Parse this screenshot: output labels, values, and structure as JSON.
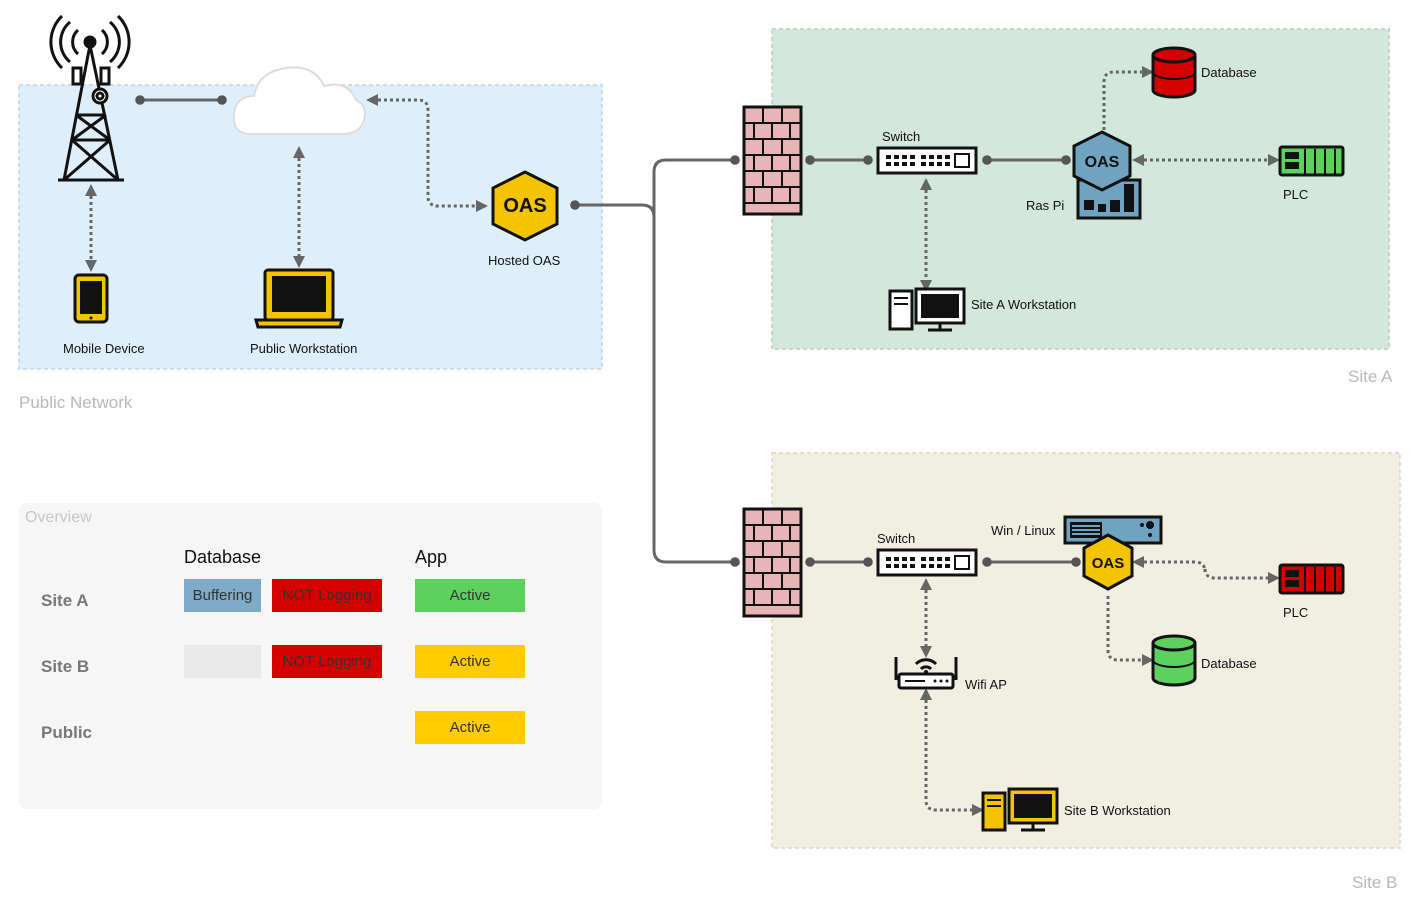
{
  "regions": {
    "public_network": "Public Network",
    "site_a": "Site A",
    "site_b": "Site B"
  },
  "nodes": {
    "mobile_device": "Mobile Device",
    "public_workstation": "Public Workstation",
    "hosted_oas": "Hosted OAS",
    "site_a_switch": "Switch",
    "site_a_database": "Database",
    "site_a_raspi": "Ras Pi",
    "site_a_plc": "PLC",
    "site_a_workstation": "Site A Workstation",
    "site_b_switch": "Switch",
    "site_b_server": "Win / Linux",
    "site_b_plc": "PLC",
    "site_b_database": "Database",
    "site_b_wifi": "Wifi AP",
    "site_b_workstation": "Site B Workstation"
  },
  "oas_logo_text": "OAS",
  "overview": {
    "title": "Overview",
    "col_database": "Database",
    "col_app": "App",
    "rows": [
      {
        "label": "Site A",
        "db1": "Buffering",
        "db2": "NOT Logging",
        "app": "Active"
      },
      {
        "label": "Site B",
        "db1": "",
        "db2": "NOT Logging",
        "app": "Active"
      },
      {
        "label": "Public",
        "app": "Active"
      }
    ]
  },
  "colors": {
    "public_zone": "#deeffb",
    "site_a_zone": "#d3e7dc",
    "site_b_zone": "#f1efe2",
    "buffering": "#7eabc8",
    "not_logging": "#d40000",
    "active_green": "#5cd15c",
    "active_yellow": "#ffcc00",
    "empty_badge": "#e9e9e9",
    "oas_yellow": "#f5c400",
    "oas_blue": "#6fa3c0",
    "firewall": "#e8b4b8"
  },
  "icons": [
    "cell-tower-icon",
    "cloud-icon",
    "tablet-icon",
    "laptop-icon",
    "firewall-icon",
    "switch-icon",
    "database-icon",
    "raspberry-pi-icon",
    "plc-icon",
    "desktop-computer-icon",
    "server-icon",
    "wifi-router-icon"
  ]
}
